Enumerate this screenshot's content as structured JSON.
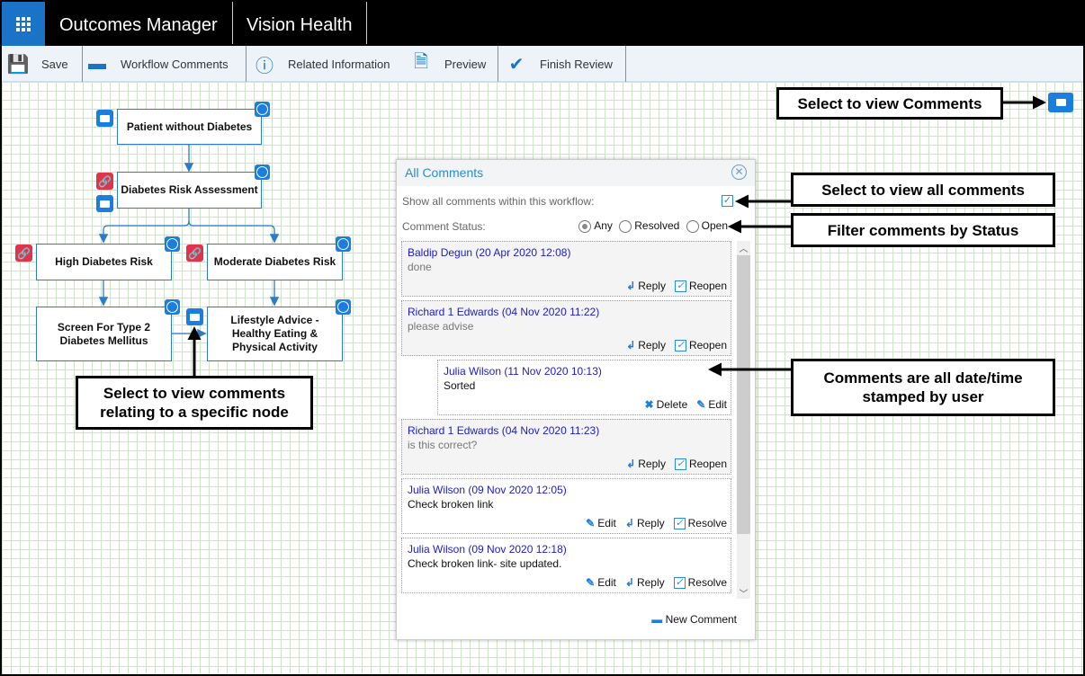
{
  "header": {
    "app_title": "Outcomes Manager",
    "org_title": "Vision Health"
  },
  "toolbar": {
    "save": "Save",
    "workflow_comments": "Workflow Comments",
    "related_information": "Related Information",
    "preview": "Preview",
    "finish_review": "Finish Review"
  },
  "nodes": {
    "n1": "Patient without Diabetes",
    "n2": "Diabetes Risk Assessment",
    "n3": "High Diabetes Risk",
    "n4": "Moderate Diabetes Risk",
    "n5": "Screen For Type 2 Diabetes Mellitus",
    "n6": "Lifestyle Advice - Healthy Eating & Physical Activity"
  },
  "panel": {
    "title": "All Comments",
    "show_all_label": "Show all comments within this workflow:",
    "show_all_checked": true,
    "status_label": "Comment Status:",
    "status_options": [
      "Any",
      "Resolved",
      "Open"
    ],
    "status_selected": "Any",
    "new_comment": "New Comment",
    "comments": [
      {
        "author": "Baldip Degun (20 Apr 2020 12:08)",
        "text": "done",
        "actions": [
          "Reply",
          "Reopen"
        ]
      },
      {
        "author": "Richard 1 Edwards (04 Nov 2020 11:22)",
        "text": "please advise",
        "actions": [
          "Reply",
          "Reopen"
        ]
      },
      {
        "author": "Julia Wilson (11 Nov 2020 10:13)",
        "text": "Sorted",
        "actions": [
          "Delete",
          "Edit"
        ]
      },
      {
        "author": "Richard 1 Edwards (04 Nov 2020 11:23)",
        "text": "is this correct?",
        "actions": [
          "Reply",
          "Reopen"
        ]
      },
      {
        "author": "Julia Wilson (09 Nov 2020 12:05)",
        "text": "Check broken link",
        "actions": [
          "Edit",
          "Reply",
          "Resolve"
        ]
      },
      {
        "author": "Julia Wilson (09 Nov 2020 12:18)",
        "text": "Check broken link- site updated.",
        "actions": [
          "Edit",
          "Reply",
          "Resolve"
        ]
      }
    ]
  },
  "callouts": {
    "view_comments": "Select to view Comments",
    "view_all": "Select to view all comments",
    "filter": "Filter comments by Status",
    "stamped": "Comments are all date/time stamped by user",
    "node_comments": "Select to view comments relating to a specific node"
  },
  "colors": {
    "accent": "#1a7ee0",
    "link_badge": "#e0344a",
    "author": "#1a1ad0"
  }
}
